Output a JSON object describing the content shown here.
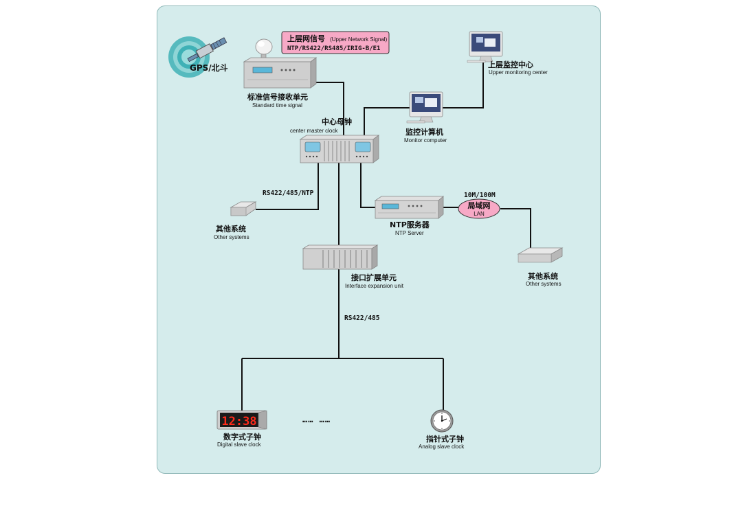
{
  "diagram": {
    "satellite": {
      "label": "GPS/北斗"
    },
    "upper_signal": {
      "title_zh": "上层网信号",
      "title_en": "(Upper Network Signal)",
      "protocols": "NTP/RS422/RS485/IRIG-B/E1"
    },
    "receiver": {
      "zh": "标准信号接收单元",
      "en": "Standard time signal"
    },
    "master_clock": {
      "zh": "中心母钟",
      "en": "center master clock"
    },
    "upper_monitor": {
      "zh": "上层监控中心",
      "en": "Upper monitoring center"
    },
    "monitor_pc": {
      "zh": "监控计算机",
      "en": "Monitor computer"
    },
    "other_left": {
      "zh": "其他系统",
      "en": "Other systems",
      "link": "RS422/485/NTP"
    },
    "ntp_server": {
      "zh": "NTP服务器",
      "en": "NTP Server",
      "link": "10M/100M"
    },
    "lan": {
      "zh": "局域网",
      "en": "LAN"
    },
    "other_right": {
      "zh": "其他系统",
      "en": "Other systems"
    },
    "expansion": {
      "zh": "接口扩展单元",
      "en": "Interface expansion unit",
      "link": "RS422/485"
    },
    "digital_clock": {
      "zh": "数字式子钟",
      "en": "Digital slave clock",
      "display": "12:38"
    },
    "analog_clock": {
      "zh": "指针式子钟",
      "en": "Analog slave clock"
    },
    "ellipsis": "…… ……"
  }
}
